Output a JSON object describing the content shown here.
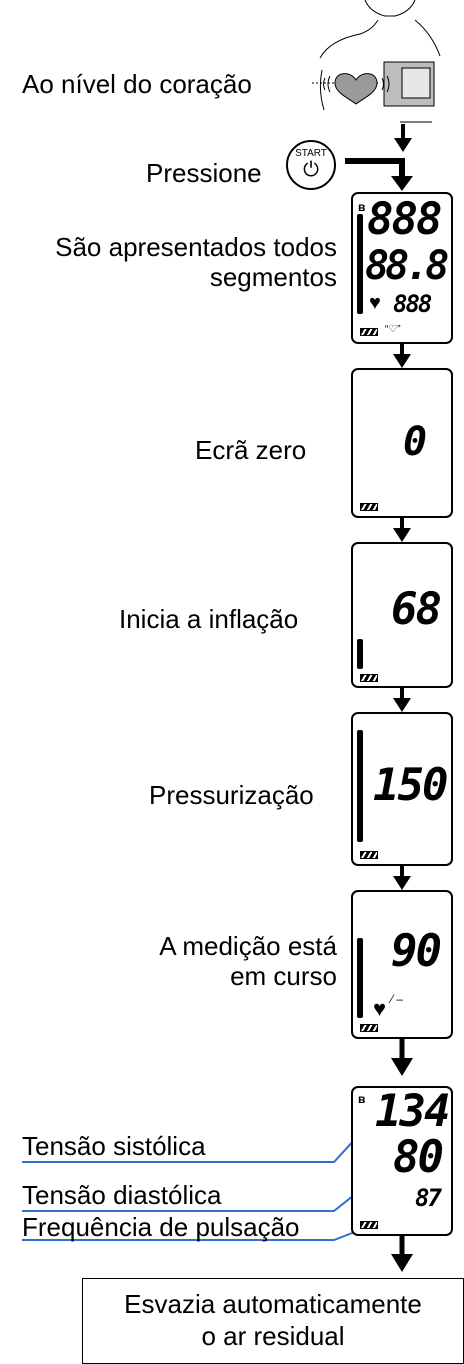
{
  "steps": {
    "heart_level": "Ao nível do coração",
    "press": "Pressione",
    "start_button_label": "START",
    "all_segments_line1": "São apresentados todos",
    "all_segments_line2": "segmentos",
    "zero": "Ecrã zero",
    "inflation": "Inicia a inflação",
    "pressurization": "Pressurização",
    "measuring_line1": "A medição está",
    "measuring_line2": "em curso",
    "systolic": "Tensão sistólica",
    "diastolic": "Tensão diastólica",
    "pulse": "Frequência de pulsação",
    "deflate_line1": "Esvazia automaticamente",
    "deflate_line2": "o ar residual"
  },
  "displays": {
    "test_top": "888",
    "test_mid": "88.8",
    "test_pulse": "888",
    "zero_value": "0",
    "inflation_value": "68",
    "pressurization_value": "150",
    "measuring_value": "90",
    "result_systolic": "134",
    "result_diastolic": "80",
    "result_pulse": "87"
  },
  "colors": {
    "leader_line": "#2e6fcf",
    "heart": "#9a9a9a"
  }
}
